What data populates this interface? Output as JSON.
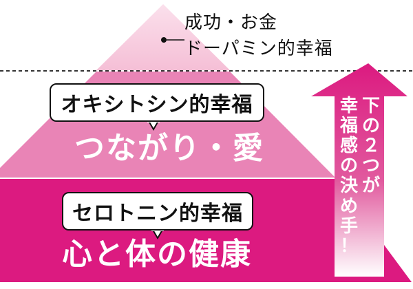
{
  "top_tier": {
    "line1": "成功・お金",
    "line2": "ドーパミン的幸福"
  },
  "middle_tier": {
    "callout": "オキシトシン的幸福",
    "label": "つながり・愛"
  },
  "bottom_tier": {
    "callout": "セロトニン的幸福",
    "label": "心と体の健康"
  },
  "arrow": {
    "column1": "下の２つが",
    "column2": "幸福感の決め手！"
  },
  "colors": {
    "top_tier": "#f7c8dc",
    "middle_tier": "#e984b6",
    "bottom_tier": "#dc1a80",
    "arrow_gradient_top": "#dc1a80",
    "arrow_gradient_bottom": "#ffffff"
  }
}
